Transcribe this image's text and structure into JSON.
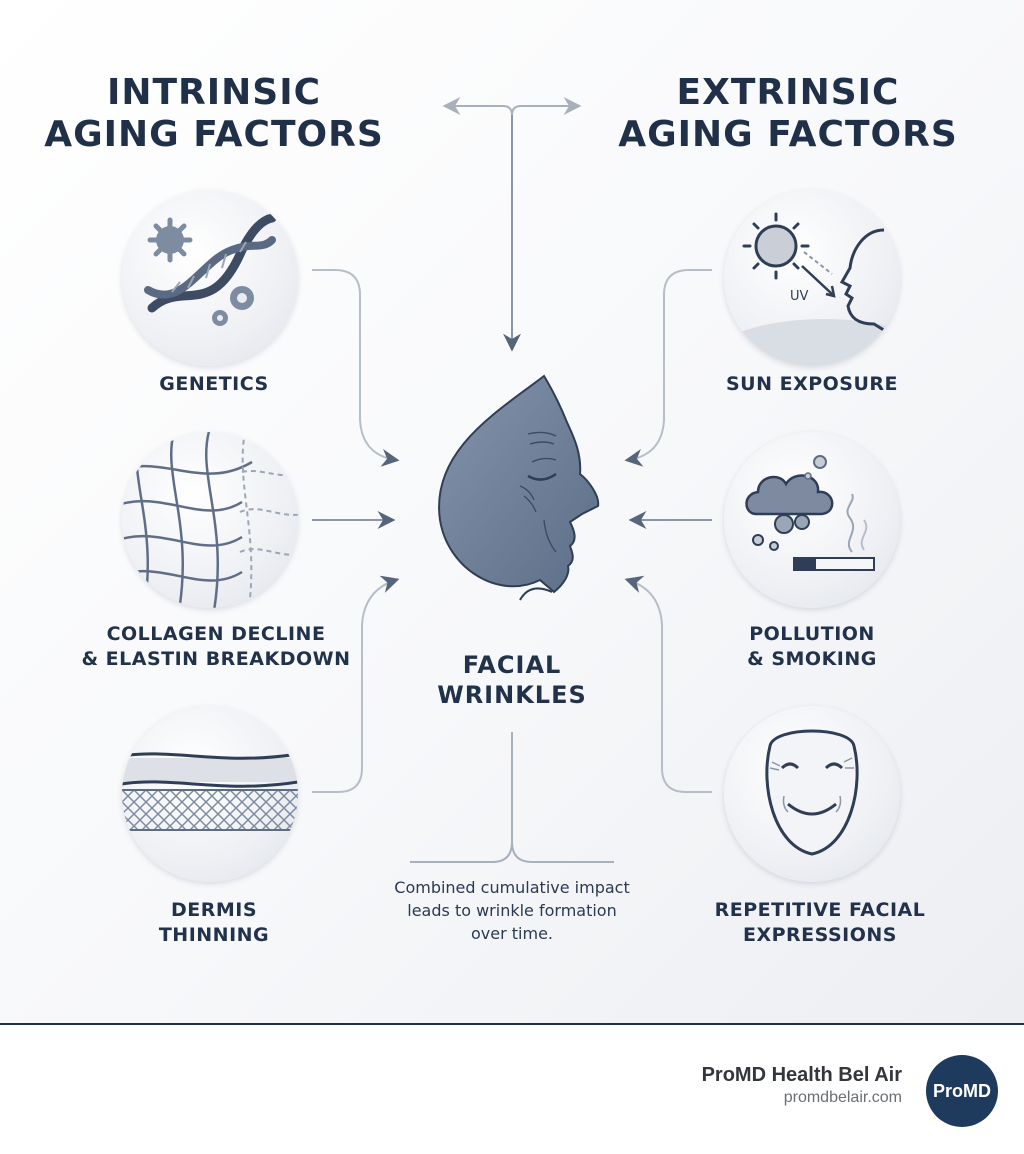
{
  "headings": {
    "intrinsic": [
      "INTRINSIC",
      "AGING FACTORS"
    ],
    "extrinsic": [
      "EXTRINSIC",
      "AGING FACTORS"
    ]
  },
  "intrinsic_factors": [
    {
      "lines": [
        "GENETICS"
      ],
      "icon": "dna-gears-icon"
    },
    {
      "lines": [
        "COLLAGEN DECLINE",
        "& ELASTIN BREAKDOWN"
      ],
      "icon": "collagen-mesh-icon"
    },
    {
      "lines": [
        "DERMIS",
        "THINNING"
      ],
      "icon": "skin-layers-icon"
    }
  ],
  "extrinsic_factors": [
    {
      "lines": [
        "SUN EXPOSURE"
      ],
      "icon": "sun-uv-profile-icon",
      "uv_text": "UV"
    },
    {
      "lines": [
        "POLLUTION",
        "& SMOKING"
      ],
      "icon": "smog-cigarette-icon"
    },
    {
      "lines": [
        "REPETITIVE FACIAL",
        "EXPRESSIONS"
      ],
      "icon": "smiling-face-icon"
    }
  ],
  "center": {
    "title": [
      "FACIAL",
      "WRINKLES"
    ],
    "caption": "Combined cumulative impact leads to wrinkle formation over time.",
    "icon": "face-profile-icon"
  },
  "footer": {
    "brand_name": "ProMD Health Bel Air",
    "brand_url": "promdbelair.com",
    "logo_text": "ProMD"
  },
  "colors": {
    "navy": "#1f3048",
    "slate": "#6f809a",
    "arrow_light": "#a8b0bc",
    "logo_bg": "#1e3a5c"
  }
}
